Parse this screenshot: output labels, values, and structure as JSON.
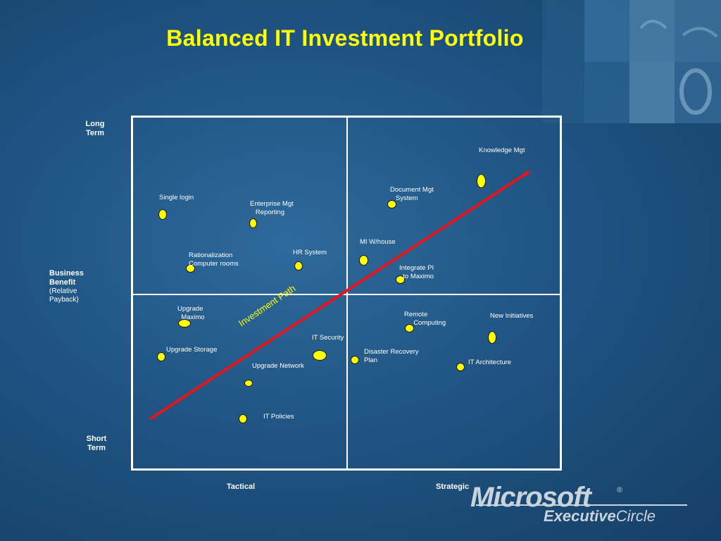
{
  "title": "Balanced IT Investment Portfolio",
  "y_axis": {
    "top": "Long\nTerm",
    "middle": "Business\nBenefit",
    "middle_sub": "(Relative\nPayback)",
    "bottom": "Short\nTerm"
  },
  "x_axis": {
    "left": "Tactical",
    "right": "Strategic"
  },
  "path_label": "Investment Path",
  "colors": {
    "dot": "#ffff00",
    "arrow": "#e8141b",
    "title": "#ffff00"
  },
  "items": [
    {
      "label": "Knowledge Mgt"
    },
    {
      "label": "Document Mgt\n   System"
    },
    {
      "label": "Single login"
    },
    {
      "label": "Enterprise Mgt\n   Reporting"
    },
    {
      "label": "MI W/house"
    },
    {
      "label": "Rationalization\nComputer rooms"
    },
    {
      "label": "HR System"
    },
    {
      "label": "Integrate PI\n  to Maximo"
    },
    {
      "label": "Upgrade\n  Maximo"
    },
    {
      "label": "Remote\n     Computing"
    },
    {
      "label": "New Initiatives"
    },
    {
      "label": "IT Security"
    },
    {
      "label": "Upgrade Storage"
    },
    {
      "label": "Disaster Recovery\nPlan"
    },
    {
      "label": "IT Architecture"
    },
    {
      "label": "Upgrade Network"
    },
    {
      "label": "IT Policies"
    }
  ],
  "logo": {
    "brand": "Microsoft",
    "reg": "®",
    "executive": "Executive",
    "circle": "Circle"
  }
}
